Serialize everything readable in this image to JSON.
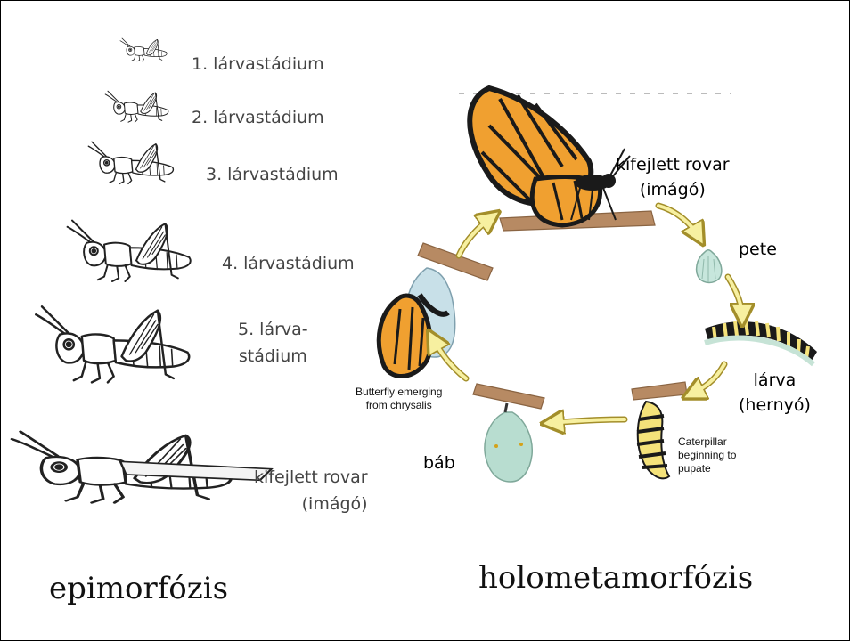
{
  "left": {
    "stages": [
      {
        "label": "1. lárvastádium"
      },
      {
        "label": "2. lárvastádium"
      },
      {
        "label": "3. lárvastádium"
      },
      {
        "label": "4. lárvastádium"
      },
      {
        "label": "5. lárva-\nstádium"
      },
      {
        "label": "kifejlett rovar\n(imágó)"
      }
    ],
    "title": "epimorfózis"
  },
  "right": {
    "adult_label": "kifejlett rovar\n(imágó)",
    "egg_label": "pete",
    "larva_label": "lárva\n(hernyó)",
    "pupa_label": "báb",
    "caption_emerging": "Butterfly emerging\nfrom chrysalis",
    "caption_pupate": "Caterpillar\nbeginning to\npupate",
    "title": "holometamorfózis"
  },
  "colors": {
    "wing_orange": "#f0a030",
    "wing_black": "#1a1a1a",
    "branch": "#b78a63",
    "arrow_fill": "#f7f0a0",
    "arrow_stroke": "#a38e2a",
    "chrysalis": "#b8ddd0",
    "label_gray": "#444444"
  }
}
